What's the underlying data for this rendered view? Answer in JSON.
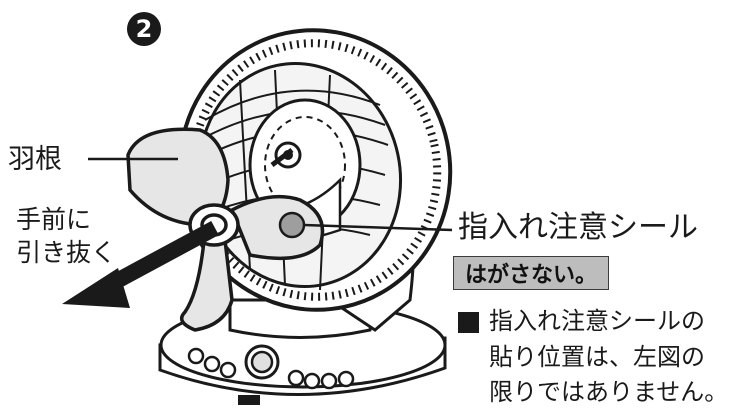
{
  "step_number": "2",
  "labels": {
    "blade": "羽根",
    "pull_line1": "手前に",
    "pull_line2": "引き抜く",
    "caution_sticker": "指入れ注意シール",
    "do_not_remove": "はがさない。"
  },
  "note": {
    "line1": "指入れ注意シールの",
    "line2": "貼り位置は、左図の",
    "line3": "限りではありません。"
  },
  "colors": {
    "ink": "#1a1a1a",
    "badge_fill": "#bdbdbd",
    "sticker": "#9e9e9e"
  }
}
